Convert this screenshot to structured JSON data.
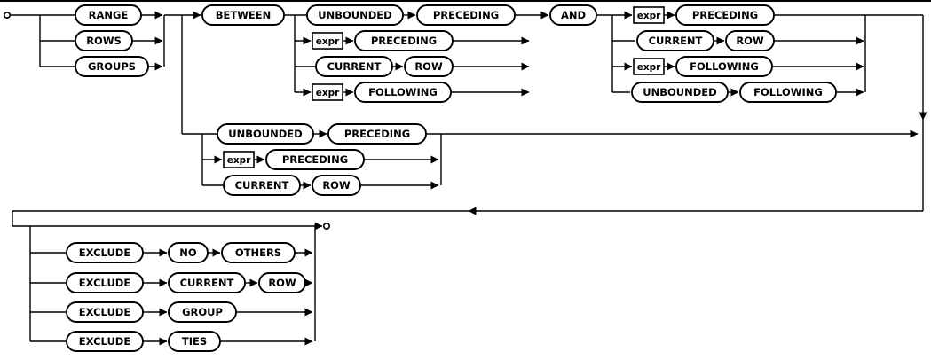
{
  "diagram": {
    "frame_types": [
      "RANGE",
      "ROWS",
      "GROUPS"
    ],
    "between_branch": {
      "keyword": "BETWEEN",
      "and_keyword": "AND",
      "start_bounds": [
        {
          "a": "UNBOUNDED",
          "b": "PRECEDING"
        },
        {
          "a": "expr",
          "b": "PRECEDING"
        },
        {
          "a": "CURRENT",
          "b": "ROW"
        },
        {
          "a": "expr",
          "b": "FOLLOWING"
        }
      ],
      "end_bounds": [
        {
          "a": "expr",
          "b": "PRECEDING"
        },
        {
          "a": "CURRENT",
          "b": "ROW"
        },
        {
          "a": "expr",
          "b": "FOLLOWING"
        },
        {
          "a": "UNBOUNDED",
          "b": "FOLLOWING"
        }
      ]
    },
    "single_bounds": [
      {
        "a": "UNBOUNDED",
        "b": "PRECEDING"
      },
      {
        "a": "expr",
        "b": "PRECEDING"
      },
      {
        "a": "CURRENT",
        "b": "ROW"
      }
    ],
    "exclude_branch": {
      "rows": [
        {
          "a": "EXCLUDE",
          "b": "NO",
          "c": "OTHERS"
        },
        {
          "a": "EXCLUDE",
          "b": "CURRENT",
          "c": "ROW"
        },
        {
          "a": "EXCLUDE",
          "b": "GROUP"
        },
        {
          "a": "EXCLUDE",
          "b": "TIES"
        }
      ]
    },
    "colors": {
      "line": "#000000",
      "background": "#ffffff"
    }
  }
}
